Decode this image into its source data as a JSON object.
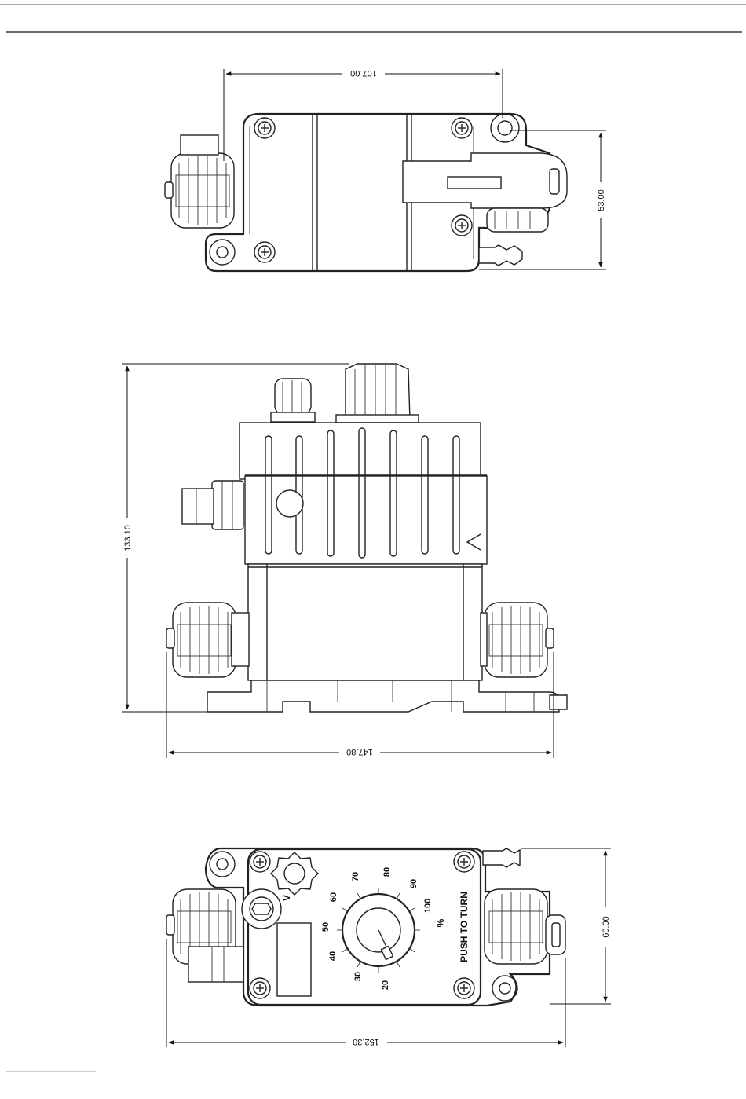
{
  "dimensions": {
    "top_view_width": "107.00",
    "top_view_height": "53.00",
    "front_view_height": "133.10",
    "front_view_width": "147.80",
    "bottom_view_height": "60.00",
    "bottom_view_width": "152.30"
  },
  "control_panel": {
    "dial_labels": [
      "20",
      "30",
      "40",
      "50",
      "60",
      "70",
      "80",
      "90",
      "100"
    ],
    "percent_sign": "%",
    "push_to_turn": "PUSH TO TURN",
    "knob_marking": "V"
  }
}
